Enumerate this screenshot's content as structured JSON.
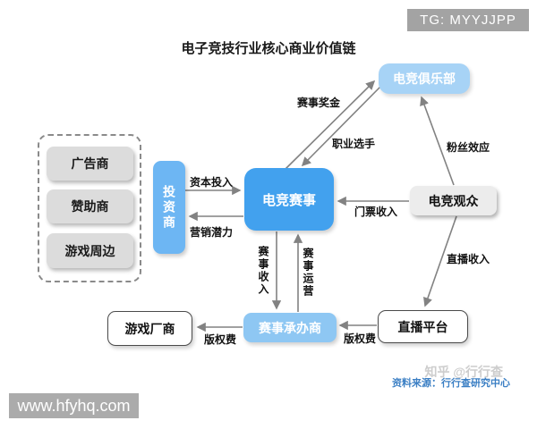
{
  "header": {
    "tg_badge": "TG: MYYJJPP",
    "title": "电子竞技行业核心商业价值链"
  },
  "nodes": {
    "advertiser": "广告商",
    "sponsor": "赞助商",
    "merch": "游戏周边",
    "investor": "投资商",
    "event": "电竞赛事",
    "club": "电竞俱乐部",
    "audience": "电竞观众",
    "game_maker": "游戏厂商",
    "organizer": "赛事承办商",
    "platform": "直播平台"
  },
  "edges": {
    "capital": "资本投入",
    "marketing": "营销潜力",
    "prize": "赛事奖金",
    "players": "职业选手",
    "fans": "粉丝效应",
    "tickets": "门票收入",
    "stream": "直播收入",
    "event_income": "赛事收入",
    "event_ops": "赛事运营",
    "copyright_left": "版权费",
    "copyright_right": "版权费"
  },
  "footer": {
    "site_watermark": "www.hfyhq.com",
    "zhihu_watermark": "知乎 @行行查",
    "source": "资料来源：行行查研究中心"
  },
  "colors": {
    "event_blue": "#42a1ee",
    "organizer_blue": "#8ec7f3",
    "club_blue": "#a7d3f6",
    "investor_blue": "#6db6f3",
    "gray_box": "#dcdcdc",
    "badge_gray": "#a3a3a3",
    "arrow_gray": "#828282",
    "source_blue": "#3b7fc4"
  }
}
